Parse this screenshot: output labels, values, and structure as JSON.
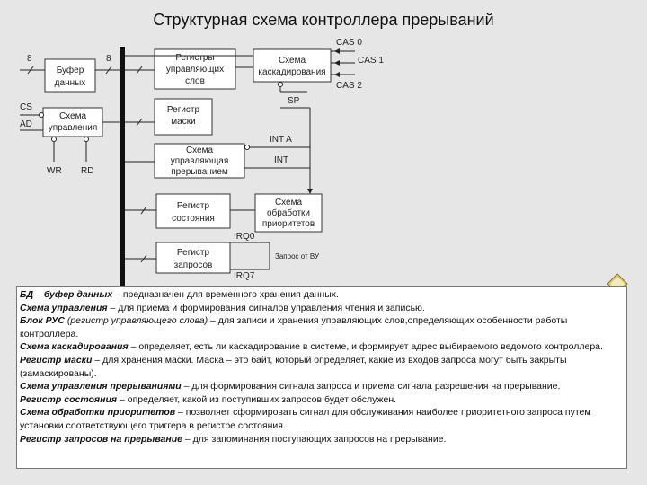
{
  "title": "Структурная схема контроллера прерываний",
  "diagram": {
    "blocks": {
      "buffer": [
        "Буфер",
        "данных"
      ],
      "registers": [
        "Регистры",
        "управляющих",
        "слов"
      ],
      "cascade": [
        "Схема",
        "каскадирования"
      ],
      "control": [
        "Схема",
        "управления"
      ],
      "mask": [
        "Регистр",
        "маски"
      ],
      "interrupt_ctrl": [
        "Схема",
        "управляющая",
        "прерыванием"
      ],
      "state": [
        "Регистр",
        "состояния"
      ],
      "priority": [
        "Схема",
        "обработки",
        "приоритетов"
      ],
      "requests": [
        "Регистр",
        "запросов"
      ]
    },
    "signals": {
      "data_width_left": "8",
      "data_width_right": "8",
      "cas0": "CAS 0",
      "cas1": "CAS 1",
      "cas2": "CAS 2",
      "sp": "SP",
      "cs": "CS",
      "ad": "AD",
      "wr": "WR",
      "rd": "RD",
      "inta": "INT A",
      "int": "INT",
      "irq0": "IRQ0",
      "irq7": "IRQ7",
      "request_from": "Запрос от ВУ"
    }
  },
  "description": [
    {
      "term": "БД – буфер данных",
      "text": " – предназначен для временного хранения данных."
    },
    {
      "term": "Схема управления",
      "text": " – для приема и формирования сигналов управления чтения и записью."
    },
    {
      "term": "Блок РУС",
      "sub": " (регистр управляющего слова)",
      "text": " – для записи и хранения управляющих слов,определяющих особенности работы контроллера."
    },
    {
      "term": "Схема каскадирования",
      "text": " – определяет, есть ли каскадирование в системе, и формирует адрес выбираемого ведомого контроллера."
    },
    {
      "term": "Регистр маски",
      "text": " – для хранения маски. Маска – это байт, который определяет, какие из входов запроса могут быть закрыты (замаскированы)."
    },
    {
      "term": "Схема управления прерываниями",
      "text": " – для формирования сигнала запроса и приема сигнала разрешения на прерывание."
    },
    {
      "term": "Регистр состояния",
      "text": " – определяет, какой из поступивших запросов будет обслужен."
    },
    {
      "term": "Схема обработки приоритетов",
      "text": " – позволяет сформировать сигнал для обслуживания наиболее приоритетного запроса путем установки соответствующего триггера в регистре состояния."
    },
    {
      "term": "Регистр запросов на прерывание",
      "text": " – для запоминания поступающих запросов на прерывание."
    }
  ]
}
